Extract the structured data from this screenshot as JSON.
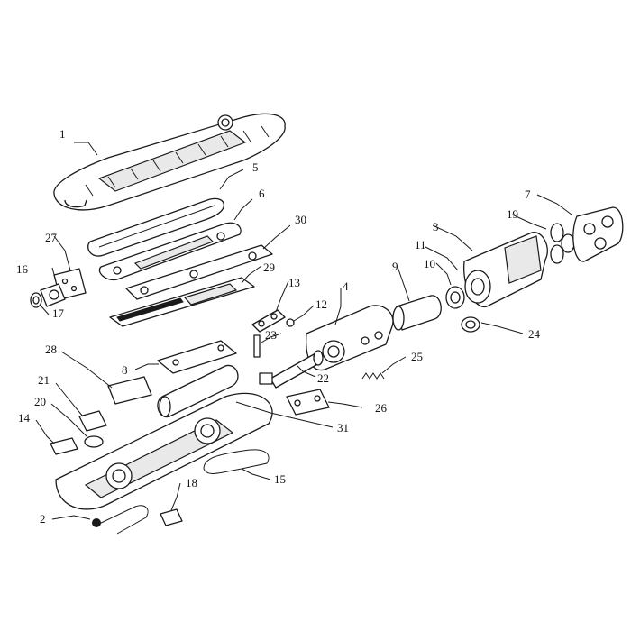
{
  "callouts": {
    "c1": "1",
    "c2": "2",
    "c3": "3",
    "c4": "4",
    "c5": "5",
    "c6": "6",
    "c7": "7",
    "c8": "8",
    "c9": "9",
    "c10": "10",
    "c11": "11",
    "c12": "12",
    "c13": "13",
    "c14": "14",
    "c15": "15",
    "c16": "16",
    "c17": "17",
    "c18": "18",
    "c19": "19",
    "c20": "20",
    "c21": "21",
    "c22": "22",
    "c23": "23",
    "c24": "24",
    "c25": "25",
    "c26": "26",
    "c27": "27",
    "c28": "28",
    "c29": "29",
    "c30": "30",
    "c31": "31"
  },
  "colors": {
    "line": "#1a1a1a",
    "background": "#ffffff",
    "shade": "#e9e9e9"
  }
}
